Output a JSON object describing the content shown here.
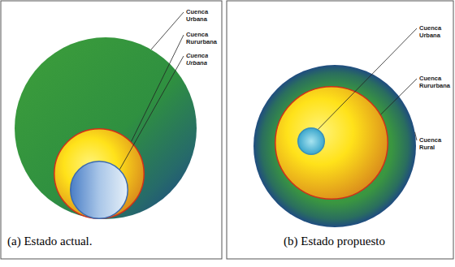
{
  "diagram": {
    "nodes": [
      {
        "text": [
          "Cuenca Urbana"
        ]
      },
      {
        "text": [
          "Cuenca Rururbana"
        ],
        "in": 0
      },
      {
        "text": [
          "Cuenca Urbana"
        ],
        "in": 1
      },
      {
        "text": [
          "Cuenca Rural"
        ]
      },
      {
        "text": [
          "Cuenca Rururbana"
        ],
        "in": 3
      },
      {
        "text": [
          "Cuenca Urbana"
        ],
        "in": 4
      }
    ],
    "labels": [
      "(a) Estado actual.",
      "(b) Estado propuesto"
    ]
  }
}
